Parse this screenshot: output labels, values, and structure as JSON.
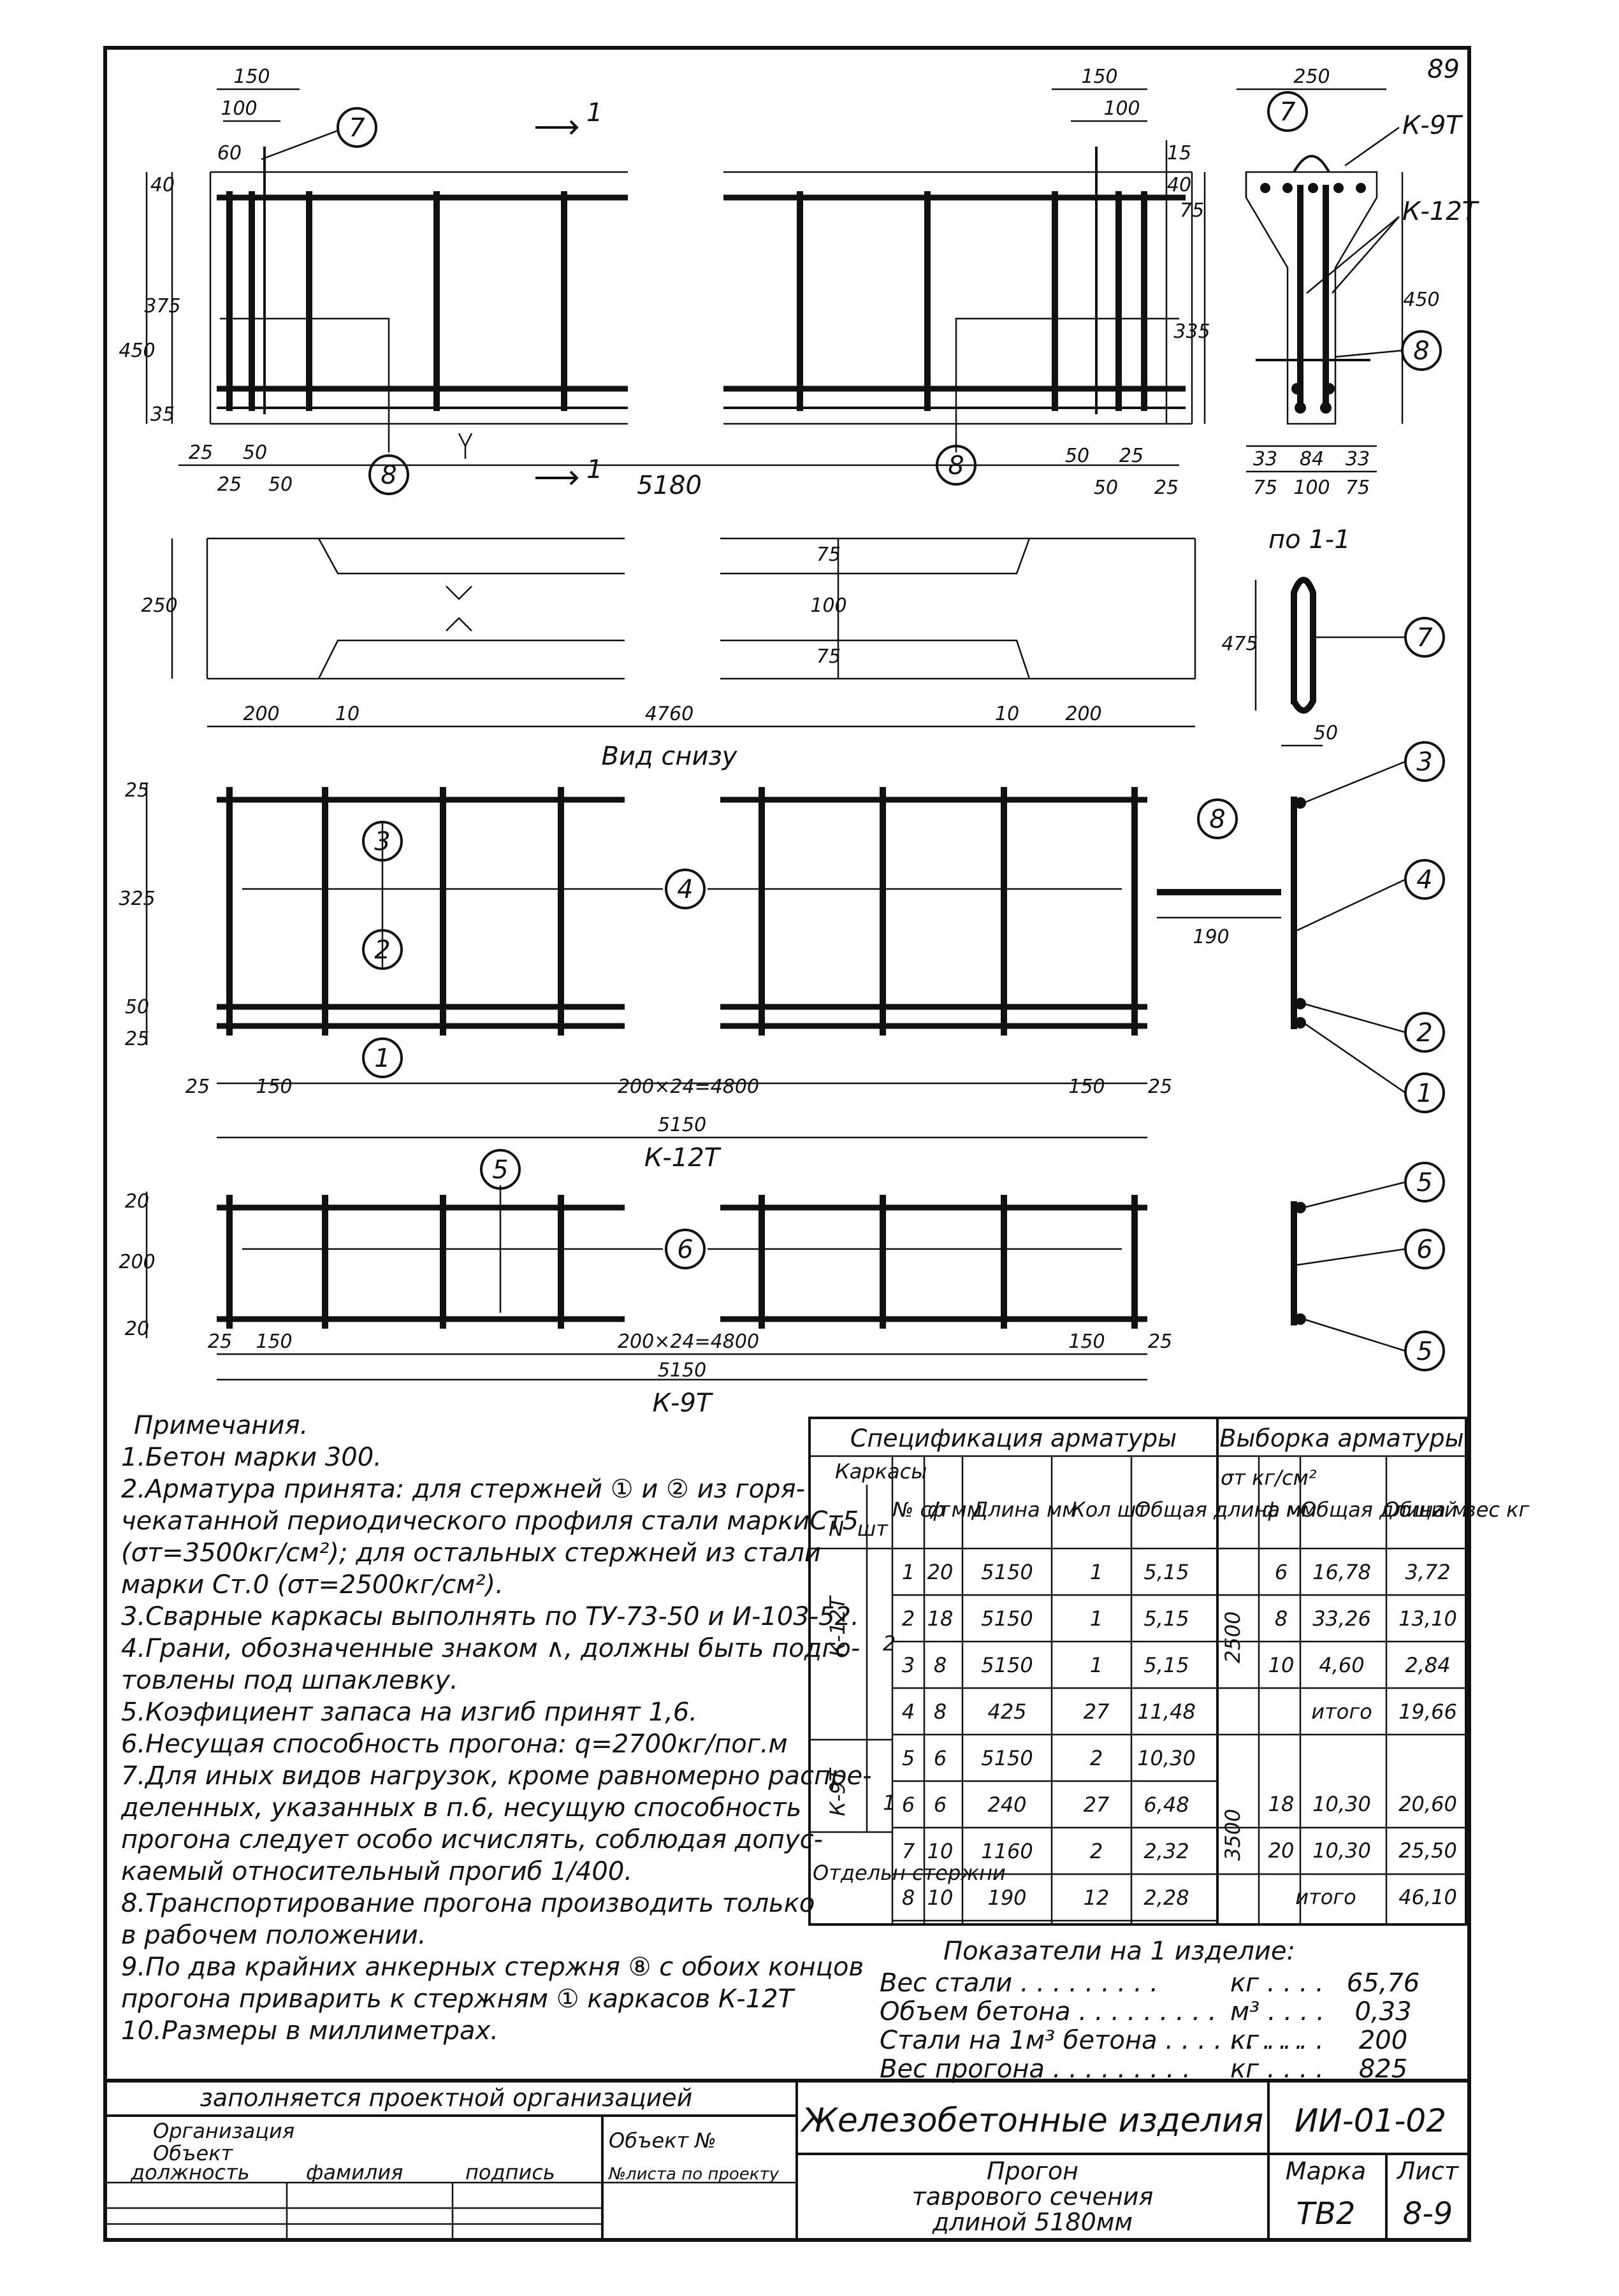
{
  "sheet_number": "89",
  "dims_top_left": [
    "150",
    "100",
    "60",
    "40",
    "375",
    "450",
    "35",
    "25",
    "50",
    "25",
    "50"
  ],
  "dims_top_right": [
    "150",
    "100",
    "15",
    "40",
    "50",
    "25",
    "50",
    "25"
  ],
  "overall_length": "5180",
  "section_marker": "1",
  "section": {
    "width": "250",
    "height": "450",
    "d75": "75",
    "d335": "335",
    "bottom_row1": [
      "33",
      "84",
      "33"
    ],
    "bottom_row2": [
      "75",
      "100",
      "75"
    ],
    "label": "по 1-1",
    "k9": "К-9Т",
    "k12": "К-12Т"
  },
  "bottom_view": {
    "height": "250",
    "d75a": "75",
    "d100": "100",
    "d75b": "75",
    "dims": [
      "200",
      "10",
      "4760",
      "10",
      "200"
    ],
    "caption": "Вид снизу"
  },
  "bar7": {
    "height": "475",
    "width": "50"
  },
  "k12": {
    "dims_left": [
      "25",
      "325",
      "50",
      "25"
    ],
    "dims_bottom": [
      "25",
      "150",
      "200×24=4800",
      "150",
      "25"
    ],
    "total": "5150",
    "name": "К-12Т",
    "bar8_len": "190"
  },
  "k9": {
    "dims_left": [
      "20",
      "200",
      "20"
    ],
    "dims_bottom": [
      "25",
      "150",
      "200×24=4800",
      "150",
      "25"
    ],
    "total": "5150",
    "name": "К-9Т"
  },
  "callouts": [
    "1",
    "2",
    "3",
    "4",
    "5",
    "6",
    "7",
    "8"
  ],
  "notes": {
    "title": "Примечания.",
    "lines": [
      "1.Бетон марки 300.",
      "2.Арматура принята: для стержней ① и ② из горя-",
      "чекатанной периодического профиля стали маркиСт5",
      "(σт=3500кг/см²); для остальных стержней из стали",
      "марки Ст.0 (σт=2500кг/см²).",
      "3.Сварные каркасы выполнять по ТУ-73-50 и И-103-52.",
      "4.Грани, обозначенные знаком ∧, должны быть подго-",
      "товлены под шпаклевку.",
      "5.Коэфициент запаса на изгиб принят 1,6.",
      "6.Несущая способность прогона: q=2700кг/пог.м",
      "7.Для иных видов нагрузок, кроме равномерно распре-",
      "деленных, указанных в п.6, несущую способность",
      "прогона следует особо исчислять, соблюдая допус-",
      "каемый относительный прогиб 1/400.",
      "8.Транспортирование прогона производить только",
      "в рабочем положении.",
      "9.По два крайних анкерных стержня ⑧ с обоих концов",
      "прогона приварить к стержням ① каркасов К-12Т",
      "10.Размеры в миллиметрах."
    ]
  },
  "spec": {
    "title": "Спецификация арматуры",
    "headers": [
      "Каркасы",
      "N",
      "шт",
      "№ с/т",
      "ф мм",
      "Длина мм",
      "Кол шт",
      "Общая длина м"
    ],
    "rows": [
      [
        "1",
        "20",
        "5150",
        "1",
        "5,15"
      ],
      [
        "2",
        "18",
        "5150",
        "1",
        "5,15"
      ],
      [
        "3",
        "8",
        "5150",
        "1",
        "5,15"
      ],
      [
        "4",
        "8",
        "425",
        "27",
        "11,48"
      ],
      [
        "5",
        "6",
        "5150",
        "2",
        "10,30"
      ],
      [
        "6",
        "6",
        "240",
        "27",
        "6,48"
      ],
      [
        "7",
        "10",
        "1160",
        "2",
        "2,32"
      ],
      [
        "8",
        "10",
        "190",
        "12",
        "2,28"
      ]
    ],
    "groups": [
      "К-12Т",
      "2",
      "К-9Т",
      "1",
      "Отдельн стержни"
    ]
  },
  "vyborka": {
    "title": "Выборка арматуры",
    "headers": [
      "σт кг/см²",
      "ф мм",
      "Общая длина м",
      "Общий вес кг"
    ],
    "rows": [
      [
        "6",
        "16,78",
        "3,72"
      ],
      [
        "8",
        "33,26",
        "13,10"
      ],
      [
        "10",
        "4,60",
        "2,84"
      ],
      [
        "18",
        "10,30",
        "20,60"
      ],
      [
        "20",
        "10,30",
        "25,50"
      ]
    ],
    "sigma_groups": [
      "2500",
      "3500"
    ],
    "totals": [
      [
        "итого",
        "19,66"
      ],
      [
        "итого",
        "46,10"
      ]
    ]
  },
  "indicators": {
    "title": "Показатели на 1 изделие:",
    "rows": [
      [
        "Вес стали",
        "кг",
        "65,76"
      ],
      [
        "Объем бетона",
        "м³",
        "0,33"
      ],
      [
        "Стали на 1м³ бетона",
        "кг",
        "200"
      ],
      [
        "Вес прогона",
        "кг",
        "825"
      ]
    ]
  },
  "titleblock": {
    "filled_by": "заполняется проектной организацией",
    "org": "Организация",
    "obj": "Объект",
    "obj_no": "Объект №",
    "cols": [
      "должность",
      "фамилия",
      "подпись"
    ],
    "sheets_per_project": "№листа по проекту",
    "series_title": "Железобетонные изделия",
    "series_code": "ИИ-01-02",
    "item_desc": [
      "Прогон",
      "таврового сечения",
      "длиной 5180мм"
    ],
    "mark_label": "Марка",
    "sheet_label": "Лист",
    "mark": "ТВ2",
    "sheet": "8-9"
  }
}
